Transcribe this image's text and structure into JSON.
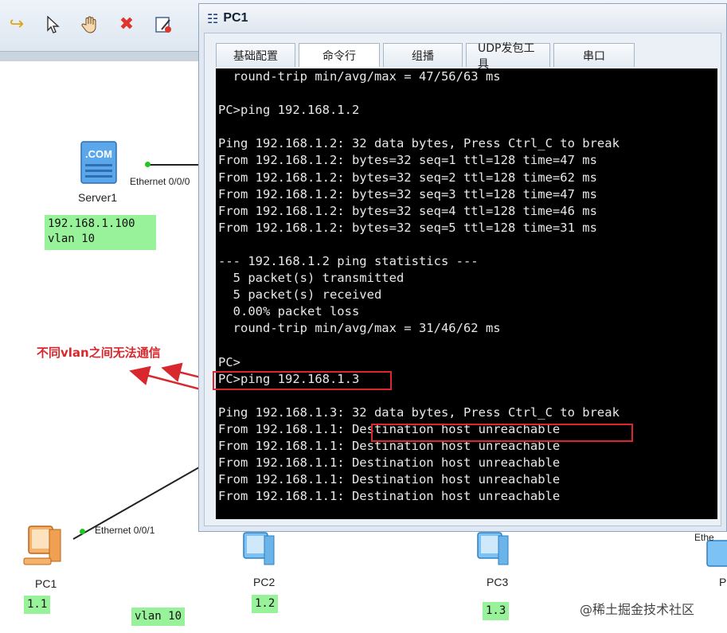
{
  "toolbar": {
    "icons": [
      "redo-icon",
      "pointer-icon",
      "hand-icon",
      "delete-icon",
      "clear-icon"
    ]
  },
  "topology": {
    "server": {
      "label": "Server1",
      "icon_text": ".COM",
      "port": "Ethernet 0/0/0"
    },
    "server_note": "192.168.1.100\nvlan 10",
    "pc1": {
      "label": "PC1",
      "port": "Ethernet 0/0/1",
      "note": "1.1"
    },
    "pc2": {
      "label": "PC2",
      "note": "1.2"
    },
    "pc3": {
      "label": "PC3",
      "note": "1.3"
    },
    "pc4": {
      "label": "P",
      "port": "Ethe"
    },
    "vlan_note": "vlan 10"
  },
  "window": {
    "title": "PC1",
    "tabs": [
      "基础配置",
      "命令行",
      "组播",
      "UDP发包工具",
      "串口"
    ],
    "active_tab": 1,
    "terminal_lines": [
      "  round-trip min/avg/max = 47/56/63 ms",
      "",
      "PC>ping 192.168.1.2",
      "",
      "Ping 192.168.1.2: 32 data bytes, Press Ctrl_C to break",
      "From 192.168.1.2: bytes=32 seq=1 ttl=128 time=47 ms",
      "From 192.168.1.2: bytes=32 seq=2 ttl=128 time=62 ms",
      "From 192.168.1.2: bytes=32 seq=3 ttl=128 time=47 ms",
      "From 192.168.1.2: bytes=32 seq=4 ttl=128 time=46 ms",
      "From 192.168.1.2: bytes=32 seq=5 ttl=128 time=31 ms",
      "",
      "--- 192.168.1.2 ping statistics ---",
      "  5 packet(s) transmitted",
      "  5 packet(s) received",
      "  0.00% packet loss",
      "  round-trip min/avg/max = 31/46/62 ms",
      "",
      "PC>",
      "PC>ping 192.168.1.3",
      "",
      "Ping 192.168.1.3: 32 data bytes, Press Ctrl_C to break",
      "From 192.168.1.1: Destination host unreachable",
      "From 192.168.1.1: Destination host unreachable",
      "From 192.168.1.1: Destination host unreachable",
      "From 192.168.1.1: Destination host unreachable",
      "From 192.168.1.1: Destination host unreachable"
    ]
  },
  "annotation": {
    "text": "不同vlan之间无法通信",
    "color": "#d8282d"
  },
  "watermark": "@稀土掘金技术社区"
}
